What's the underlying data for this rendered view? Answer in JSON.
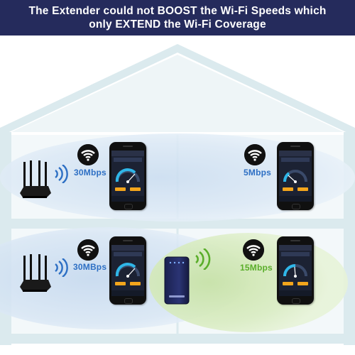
{
  "header": {
    "line1": "The Extender could not BOOST the Wi-Fi Speeds which",
    "line2": "only EXTEND the Wi-Fi Coverage"
  },
  "rooms": {
    "top_left": {
      "speed": "30Mbps"
    },
    "top_right": {
      "speed": "5Mbps"
    },
    "bottom_left": {
      "speed": "30MBps"
    },
    "bottom_right": {
      "speed": "15Mbps"
    }
  },
  "colors": {
    "banner": "#252b5c",
    "house_outline": "#dbeaee",
    "house_fill": "#eff6f8",
    "router_signal": "#2d6fc4",
    "extender_signal": "#5aae2a",
    "speed_blue": "#2d6fc4",
    "speed_green": "#5aae2a"
  },
  "icons": [
    "wifi-icon",
    "router-icon",
    "extender-icon",
    "phone-speedtest-icon",
    "signal-waves-icon"
  ]
}
